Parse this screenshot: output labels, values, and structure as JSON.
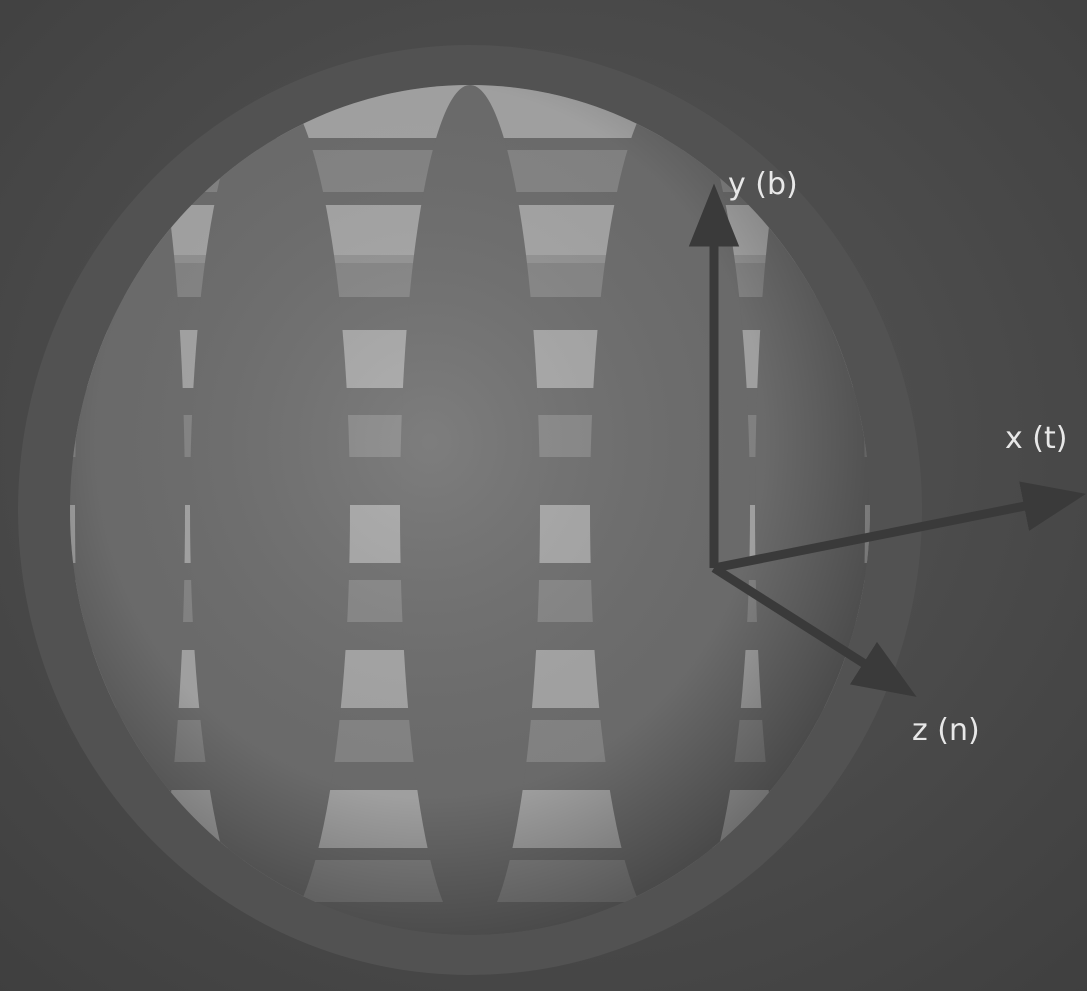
{
  "figure": {
    "description_labels": {
      "y_axis": "y (b)",
      "x_axis": "x (t)",
      "z_axis": "z (n)"
    },
    "colors": {
      "background": "#4b4b4b",
      "sphere_base": "#6f6f6f",
      "stripe_light": "#b9b9b9",
      "stripe_mid": "#8f8f8f",
      "arrow": "#3a3a3a",
      "label": "#e8e8e8"
    },
    "icons": {
      "sphere": "textured-sphere",
      "frame": "tangent-space-axes"
    }
  }
}
